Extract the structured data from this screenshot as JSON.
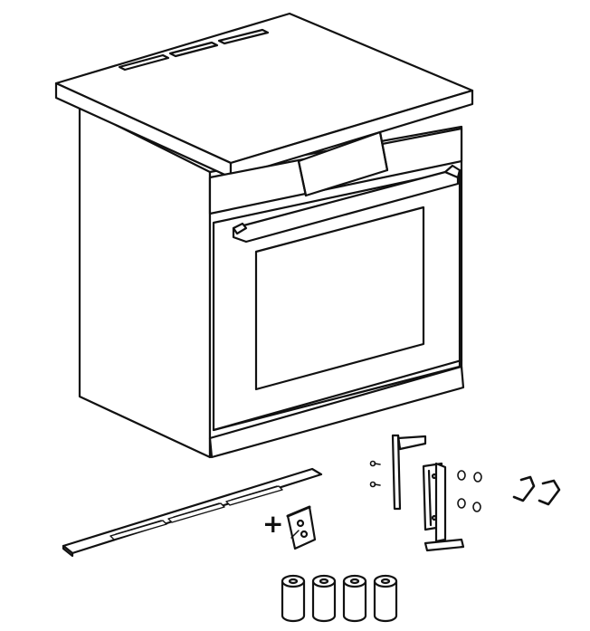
{
  "diagram": {
    "kind": "oven installation kit illustration",
    "colors": {
      "stroke": "#111111",
      "fill": "#ffffff",
      "shade": "#e6e6e6"
    },
    "plus_sign": "+",
    "parts": [
      {
        "id": "oven-cabinet",
        "icon": "built-in-oven"
      },
      {
        "id": "vent-strip",
        "icon": "ventilation-trim"
      },
      {
        "id": "screw-bag",
        "icon": "screw-pack"
      },
      {
        "id": "tall-bracket",
        "icon": "mounting-bracket"
      },
      {
        "id": "angle-bracket",
        "icon": "fixing-bracket"
      },
      {
        "id": "screws",
        "icon": "screws"
      },
      {
        "id": "nuts",
        "icon": "washers"
      },
      {
        "id": "clips",
        "icon": "s-hooks"
      },
      {
        "id": "feet",
        "icon": "cylinder-feet",
        "count": 4
      }
    ]
  }
}
